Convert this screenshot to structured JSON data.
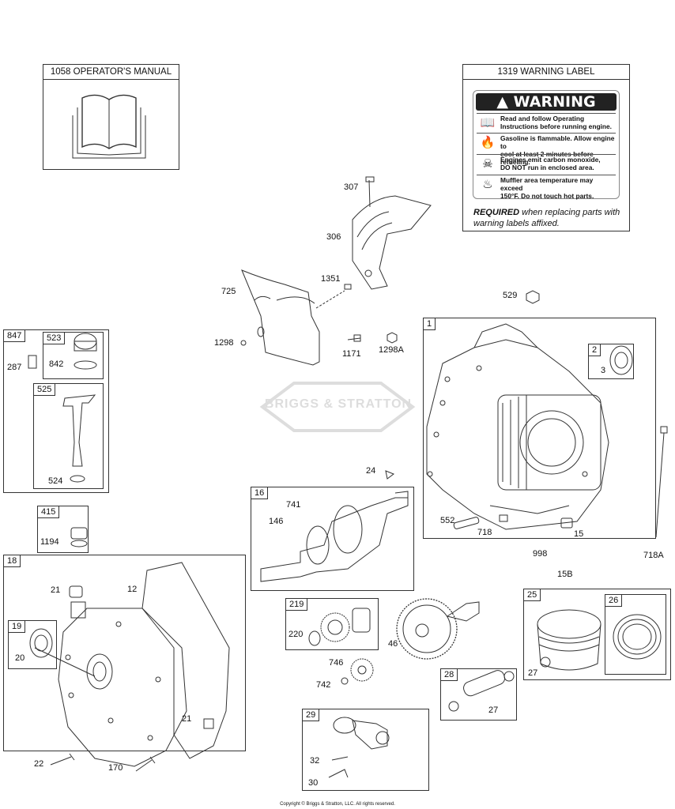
{
  "manual_box": {
    "title": "1058 OPERATOR'S MANUAL"
  },
  "warning_box": {
    "title": "1319 WARNING LABEL",
    "panel_heading": "WARNING",
    "lines": [
      {
        "icon": "book-icon",
        "text": "Read and follow Operating\nInstructions before running engine."
      },
      {
        "icon": "flame-icon",
        "text": "Gasoline is flammable. Allow engine to\ncool at least 2 minutes before refueling."
      },
      {
        "icon": "fumes-icon",
        "text": "Engines emit carbon monoxide,\nDO NOT run in enclosed area."
      },
      {
        "icon": "hot-surface-icon",
        "text": "Muffler area temperature may exceed\n150°F.  Do not touch hot parts."
      }
    ],
    "required_bold": "REQUIRED",
    "required_rest": " when replacing parts with warning labels affixed."
  },
  "watermark": "BRIGGS & STRATTON",
  "copyright": "Copyright © Briggs & Stratton, LLC. All rights reserved.",
  "group_tags": {
    "g847": "847",
    "g523": "523",
    "g525": "525",
    "g415": "415",
    "g18": "18",
    "g19": "19",
    "g1": "1",
    "g2": "2",
    "g16": "16",
    "g219": "219",
    "g25": "25",
    "g26": "26",
    "g28": "28",
    "g29": "29"
  },
  "callouts": {
    "c307": "307",
    "c306": "306",
    "c1351": "1351",
    "c725": "725",
    "c1298": "1298",
    "c1171": "1171",
    "c1298A": "1298A",
    "c529": "529",
    "c3": "3",
    "c287": "287",
    "c842": "842",
    "c524": "524",
    "c1194": "1194",
    "c24": "24",
    "c741": "741",
    "c146": "146",
    "c552": "552",
    "c718": "718",
    "c15": "15",
    "c998": "998",
    "c15B": "15B",
    "c718A": "718A",
    "c21a": "21",
    "c12": "12",
    "c20": "20",
    "c21b": "21",
    "c22": "22",
    "c170": "170",
    "c220": "220",
    "c46": "46",
    "c746": "746",
    "c742": "742",
    "c27a": "27",
    "c27b": "27",
    "c32": "32",
    "c30": "30"
  }
}
